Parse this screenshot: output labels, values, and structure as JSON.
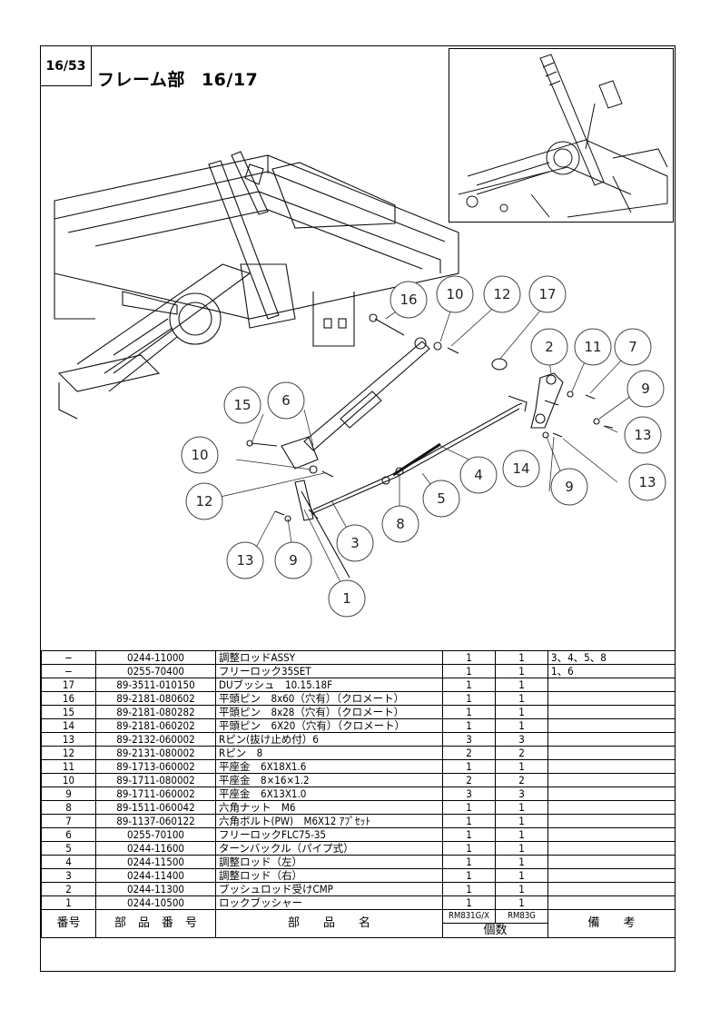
{
  "page_label": "16/53",
  "title": "フレーム部",
  "title_number": "16/17",
  "callouts": [
    {
      "id": "c16",
      "label": "16"
    },
    {
      "id": "c10a",
      "label": "10"
    },
    {
      "id": "c12a",
      "label": "12"
    },
    {
      "id": "c17",
      "label": "17"
    },
    {
      "id": "c2",
      "label": "2"
    },
    {
      "id": "c11",
      "label": "11"
    },
    {
      "id": "c7",
      "label": "7"
    },
    {
      "id": "c9a",
      "label": "9"
    },
    {
      "id": "c13a",
      "label": "13"
    },
    {
      "id": "c13b",
      "label": "13"
    },
    {
      "id": "c9b",
      "label": "9"
    },
    {
      "id": "c14",
      "label": "14"
    },
    {
      "id": "c4",
      "label": "4"
    },
    {
      "id": "c5",
      "label": "5"
    },
    {
      "id": "c8",
      "label": "8"
    },
    {
      "id": "c3",
      "label": "3"
    },
    {
      "id": "c15",
      "label": "15"
    },
    {
      "id": "c6",
      "label": "6"
    },
    {
      "id": "c10b",
      "label": "10"
    },
    {
      "id": "c12b",
      "label": "12"
    },
    {
      "id": "c13c",
      "label": "13"
    },
    {
      "id": "c9c",
      "label": "9"
    },
    {
      "id": "c1",
      "label": "1"
    }
  ],
  "table": {
    "header": {
      "no": "番号",
      "part_no": "部　品　番　号",
      "part_name": "部　　品　　名",
      "model_a": "RM831G/X",
      "model_b": "RM83G",
      "qty": "個数",
      "remarks": "備　　考"
    },
    "rows": [
      {
        "no": "−",
        "part_no": "0244-11000",
        "name": "調整ロッドASSY",
        "qa": "1",
        "qb": "1",
        "remarks": "3、4、5、8"
      },
      {
        "no": "−",
        "part_no": "0255-70400",
        "name": "フリーロック35SET",
        "qa": "1",
        "qb": "1",
        "remarks": "1、6"
      },
      {
        "no": "17",
        "part_no": "89-3511-010150",
        "name": "DUブッシュ　10.15.18F",
        "qa": "1",
        "qb": "1",
        "remarks": ""
      },
      {
        "no": "16",
        "part_no": "89-2181-080602",
        "name": "平頭ピン　8x60（穴有）（クロメート）",
        "qa": "1",
        "qb": "1",
        "remarks": ""
      },
      {
        "no": "15",
        "part_no": "89-2181-080282",
        "name": "平頭ピン　8x28（穴有）（クロメート）",
        "qa": "1",
        "qb": "1",
        "remarks": ""
      },
      {
        "no": "14",
        "part_no": "89-2181-060202",
        "name": "平頭ピン　6X20（穴有）（クロメート）",
        "qa": "1",
        "qb": "1",
        "remarks": ""
      },
      {
        "no": "13",
        "part_no": "89-2132-060002",
        "name": "Rピン(抜け止め付）6",
        "qa": "3",
        "qb": "3",
        "remarks": ""
      },
      {
        "no": "12",
        "part_no": "89-2131-080002",
        "name": "Rピン　8",
        "qa": "2",
        "qb": "2",
        "remarks": ""
      },
      {
        "no": "11",
        "part_no": "89-1713-060002",
        "name": "平座金　6X18X1.6",
        "qa": "1",
        "qb": "1",
        "remarks": ""
      },
      {
        "no": "10",
        "part_no": "89-1711-080002",
        "name": "平座金　8×16×1.2",
        "qa": "2",
        "qb": "2",
        "remarks": ""
      },
      {
        "no": "9",
        "part_no": "89-1711-060002",
        "name": "平座金　6X13X1.0",
        "qa": "3",
        "qb": "3",
        "remarks": ""
      },
      {
        "no": "8",
        "part_no": "89-1511-060042",
        "name": "六角ナット　M6",
        "qa": "1",
        "qb": "1",
        "remarks": ""
      },
      {
        "no": "7",
        "part_no": "89-1137-060122",
        "name": "六角ボルト(PW)　M6X12 ｱﾌﾟｾｯﾄ",
        "qa": "1",
        "qb": "1",
        "remarks": ""
      },
      {
        "no": "6",
        "part_no": "0255-70100",
        "name": "フリーロックFLC75-35",
        "qa": "1",
        "qb": "1",
        "remarks": ""
      },
      {
        "no": "5",
        "part_no": "0244-11600",
        "name": "ターンバックル（パイプ式）",
        "qa": "1",
        "qb": "1",
        "remarks": ""
      },
      {
        "no": "4",
        "part_no": "0244-11500",
        "name": "調整ロッド（左）",
        "qa": "1",
        "qb": "1",
        "remarks": ""
      },
      {
        "no": "3",
        "part_no": "0244-11400",
        "name": "調整ロッド（右）",
        "qa": "1",
        "qb": "1",
        "remarks": ""
      },
      {
        "no": "2",
        "part_no": "0244-11300",
        "name": "ブッシュロッド受けCMP",
        "qa": "1",
        "qb": "1",
        "remarks": ""
      },
      {
        "no": "1",
        "part_no": "0244-10500",
        "name": "ロックブッシャー",
        "qa": "1",
        "qb": "1",
        "remarks": ""
      }
    ]
  }
}
